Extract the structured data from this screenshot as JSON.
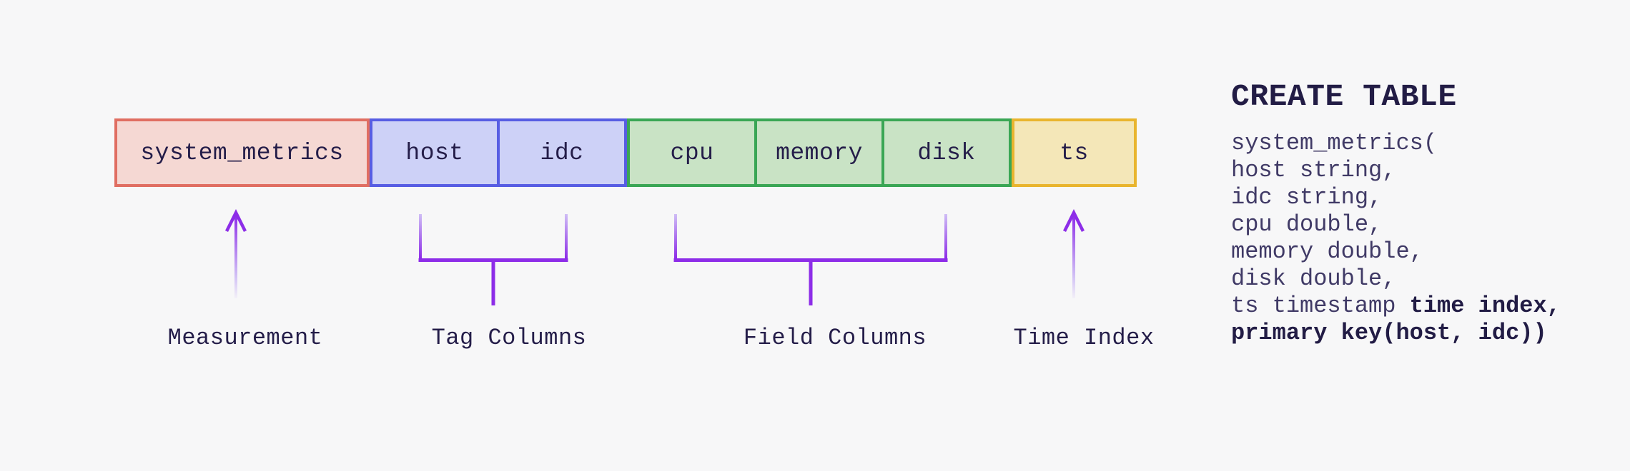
{
  "colors": {
    "background": "#f7f7f8",
    "box_text": "#241d49",
    "label_text": "#241d49",
    "sql_body_text": "#403a66",
    "sql_bold_text": "#221c45",
    "accent_purple": "#8d2de8",
    "accent_purple_light": "#cfbdf5"
  },
  "table_diagram": {
    "groups": [
      {
        "name": "measurement",
        "fill": "#f5d8d3",
        "border": "#e06e62",
        "cells": [
          "system_metrics"
        ]
      },
      {
        "name": "tag-columns",
        "fill": "#cdd1f7",
        "border": "#575de3",
        "cells": [
          "host",
          "idc"
        ]
      },
      {
        "name": "field-columns",
        "fill": "#c9e3c5",
        "border": "#3aa655",
        "cells": [
          "cpu",
          "memory",
          "disk"
        ]
      },
      {
        "name": "time-index",
        "fill": "#f4e7b8",
        "border": "#e9b52e",
        "cells": [
          "ts"
        ]
      }
    ],
    "annotations": [
      {
        "type": "arrow",
        "label": "Measurement"
      },
      {
        "type": "bracket",
        "label": "Tag Columns"
      },
      {
        "type": "bracket",
        "label": "Field Columns"
      },
      {
        "type": "arrow",
        "label": "Time Index"
      }
    ]
  },
  "sql": {
    "heading": "CREATE TABLE",
    "lines": [
      {
        "segments": [
          {
            "text": "system_metrics(",
            "bold": false
          }
        ]
      },
      {
        "segments": [
          {
            "text": "host string,",
            "bold": false
          }
        ]
      },
      {
        "segments": [
          {
            "text": "idc string,",
            "bold": false
          }
        ]
      },
      {
        "segments": [
          {
            "text": "cpu double,",
            "bold": false
          }
        ]
      },
      {
        "segments": [
          {
            "text": "memory double,",
            "bold": false
          }
        ]
      },
      {
        "segments": [
          {
            "text": "disk double,",
            "bold": false
          }
        ]
      },
      {
        "segments": [
          {
            "text": "ts timestamp ",
            "bold": false
          },
          {
            "text": "time index,",
            "bold": true
          }
        ]
      },
      {
        "segments": [
          {
            "text": "primary key(host, idc))",
            "bold": true
          }
        ]
      }
    ]
  }
}
